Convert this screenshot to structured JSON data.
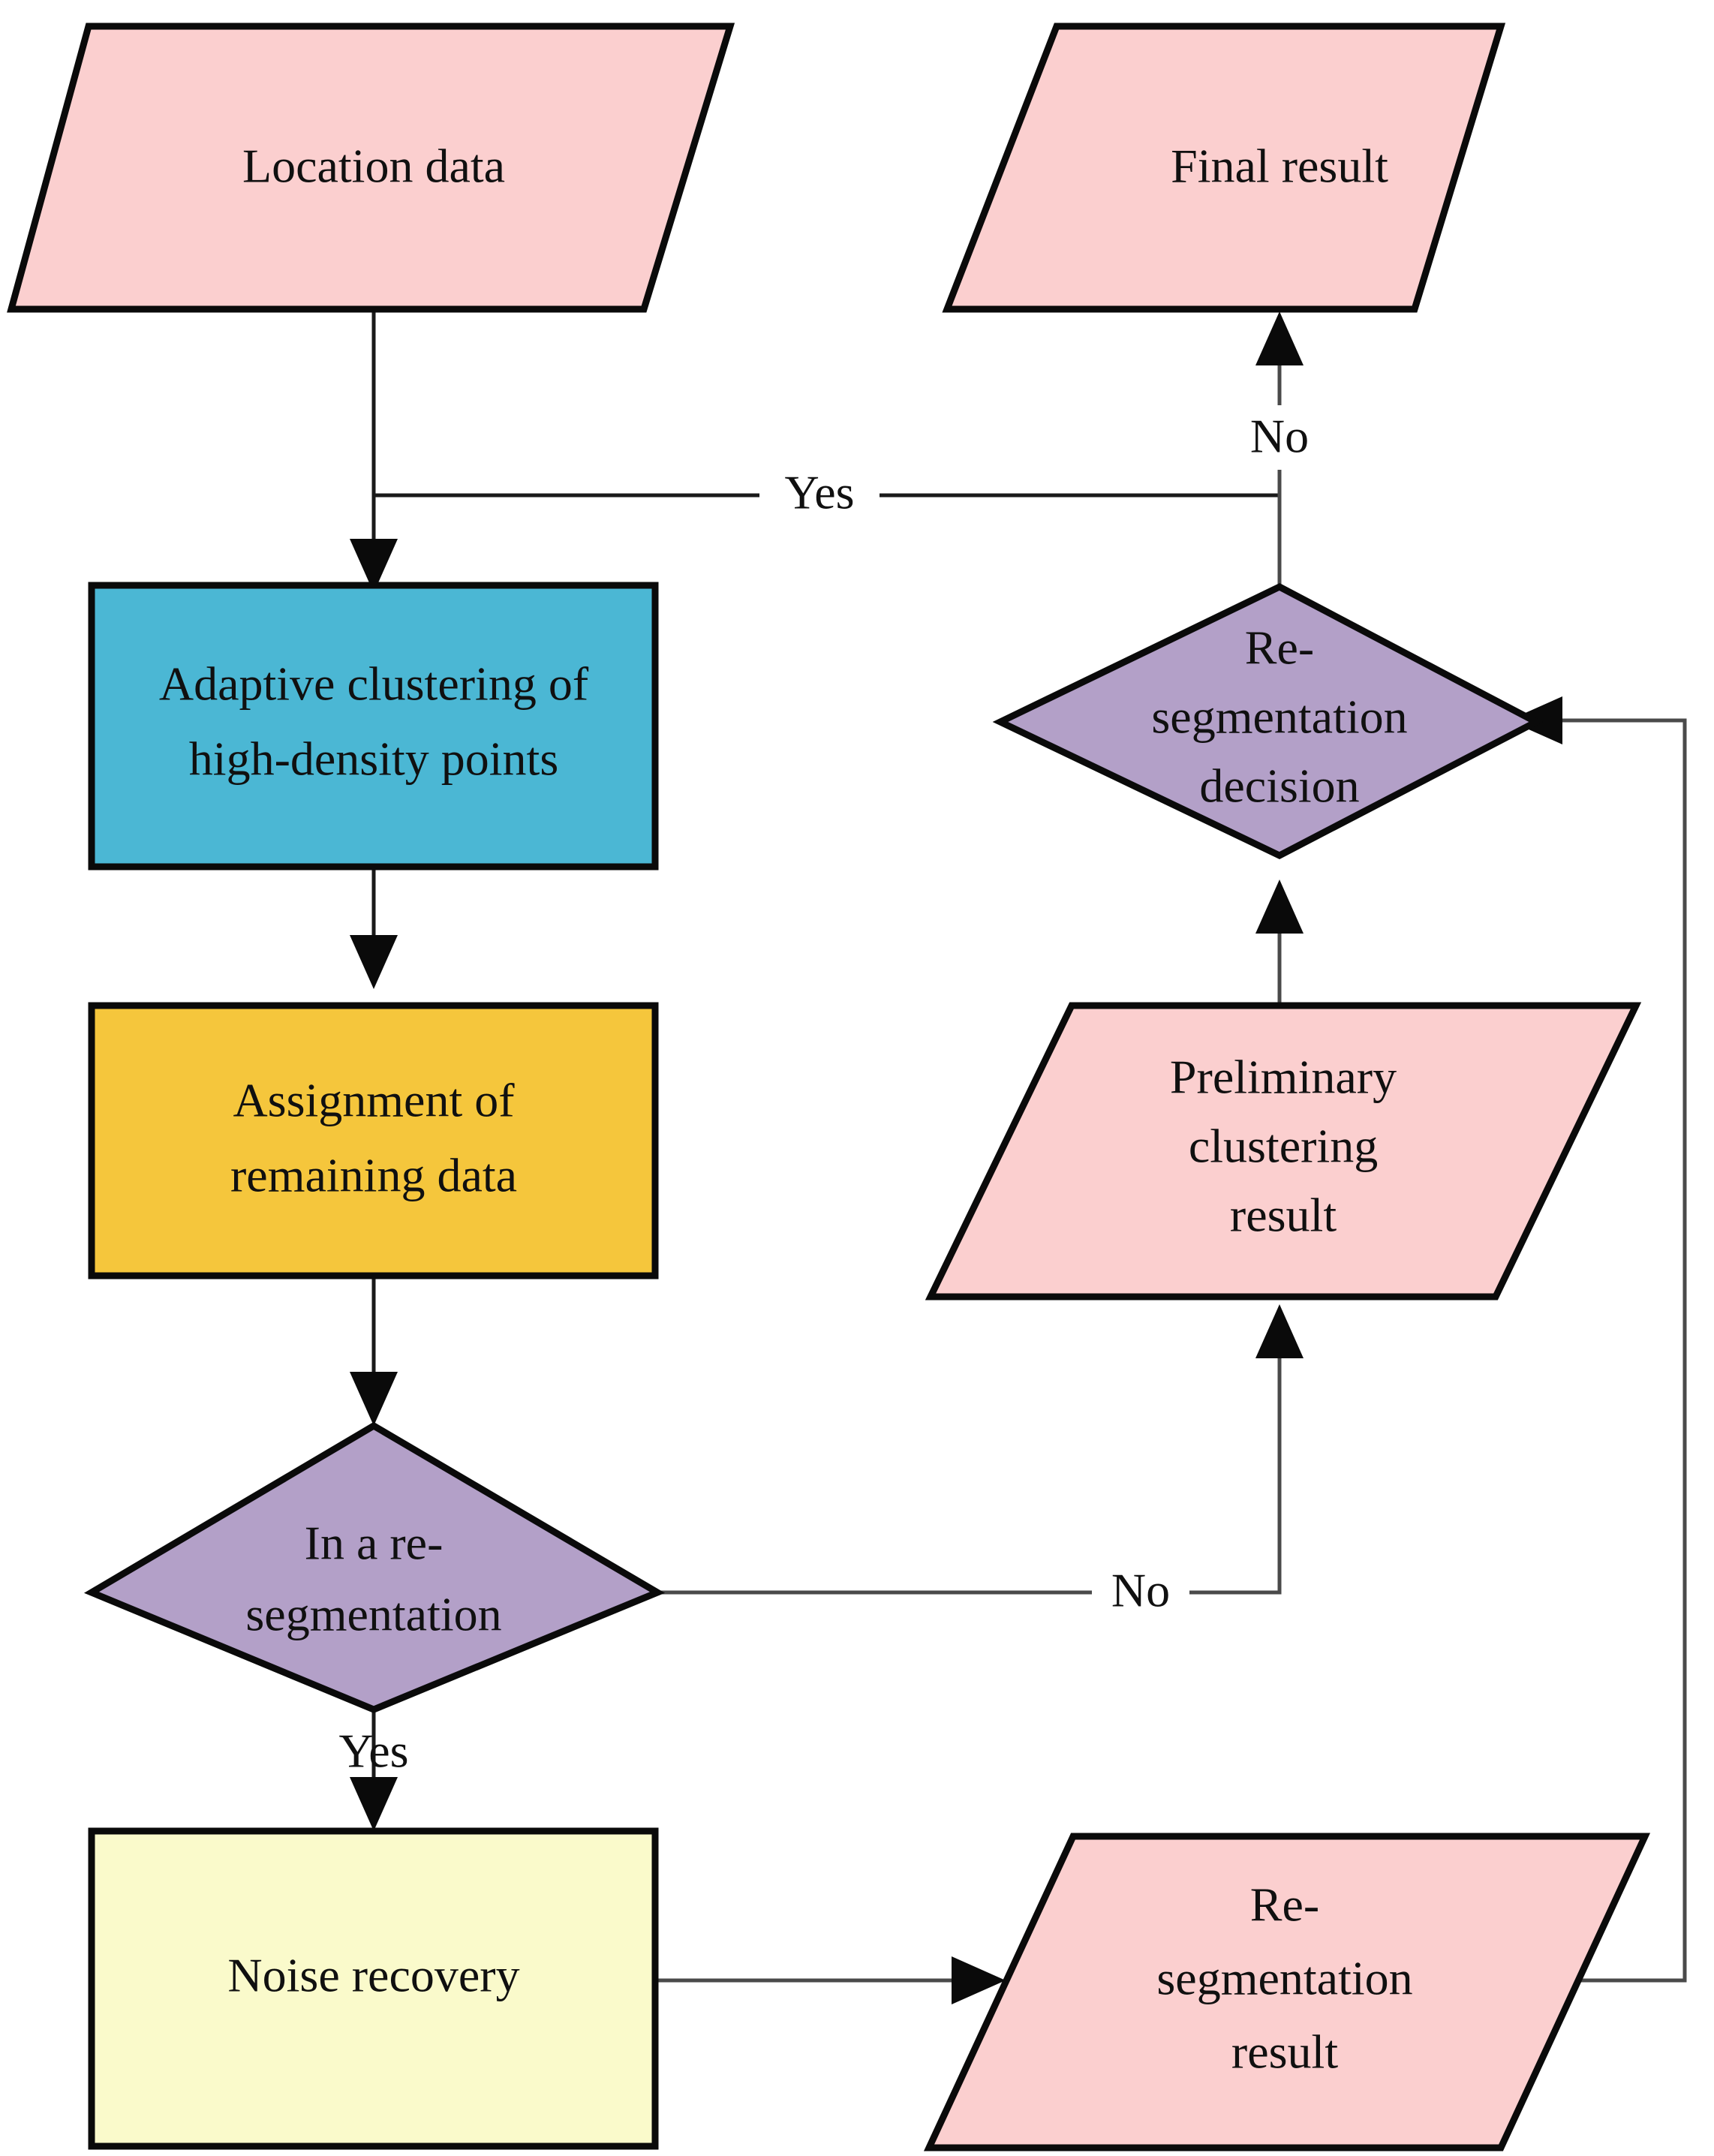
{
  "diagram": {
    "title": "Adaptive clustering flowchart",
    "type": "flowchart",
    "background": "#ffffff",
    "colors": {
      "data_pink": "#FBCFCF",
      "process_blue": "#4BB7D4",
      "process_yellow": "#F5C63C",
      "process_cream": "#FAFACB",
      "decision_purple": "#B3A0C8",
      "outline": "#0a0a0a",
      "connector": "#4a4a4a"
    },
    "nodes": [
      {
        "id": "location-data",
        "shape": "parallelogram",
        "label": "Location data",
        "lines": [
          "Location data"
        ],
        "fill": "#FBCFCF"
      },
      {
        "id": "final-result",
        "shape": "parallelogram",
        "label": "Final result",
        "lines": [
          "Final result"
        ],
        "fill": "#FBCFCF"
      },
      {
        "id": "adaptive-clustering",
        "shape": "rectangle",
        "label": "Adaptive clustering of high-density points",
        "lines": [
          "Adaptive clustering of",
          "high-density points"
        ],
        "fill": "#4BB7D4"
      },
      {
        "id": "resegmentation-decision",
        "shape": "diamond",
        "label": "Re-segmentation decision",
        "lines": [
          "Re-",
          "segmentation",
          "decision"
        ],
        "fill": "#B3A0C8"
      },
      {
        "id": "assignment-remaining",
        "shape": "rectangle",
        "label": "Assignment of remaining data",
        "lines": [
          "Assignment of",
          "remaining data"
        ],
        "fill": "#F5C63C"
      },
      {
        "id": "preliminary-clustering-result",
        "shape": "parallelogram",
        "label": "Preliminary clustering result",
        "lines": [
          "Preliminary",
          "clustering",
          "result"
        ],
        "fill": "#FBCFCF"
      },
      {
        "id": "in-a-resegmentation",
        "shape": "diamond",
        "label": "In a re-segmentation",
        "lines": [
          "In a re-",
          "segmentation"
        ],
        "fill": "#B3A0C8"
      },
      {
        "id": "noise-recovery",
        "shape": "rectangle",
        "label": "Noise recovery",
        "lines": [
          "Noise recovery"
        ],
        "fill": "#FAFACB"
      },
      {
        "id": "resegmentation-result",
        "shape": "parallelogram",
        "label": "Re-segmentation result",
        "lines": [
          "Re-",
          "segmentation",
          "result"
        ],
        "fill": "#FBCFCF"
      }
    ],
    "edges": [
      {
        "id": "e1",
        "from": "location-data",
        "to": "adaptive-clustering",
        "label": ""
      },
      {
        "id": "e2",
        "from": "adaptive-clustering",
        "to": "assignment-remaining",
        "label": ""
      },
      {
        "id": "e3",
        "from": "assignment-remaining",
        "to": "in-a-resegmentation",
        "label": ""
      },
      {
        "id": "e4",
        "from": "in-a-resegmentation",
        "to": "noise-recovery",
        "label": "Yes"
      },
      {
        "id": "e5",
        "from": "in-a-resegmentation",
        "to": "preliminary-clustering-result",
        "label": "No"
      },
      {
        "id": "e6",
        "from": "noise-recovery",
        "to": "resegmentation-result",
        "label": ""
      },
      {
        "id": "e7",
        "from": "preliminary-clustering-result",
        "to": "resegmentation-decision",
        "label": ""
      },
      {
        "id": "e8",
        "from": "resegmentation-result",
        "to": "resegmentation-decision",
        "label": ""
      },
      {
        "id": "e9",
        "from": "resegmentation-decision",
        "to": "final-result",
        "label": "No"
      },
      {
        "id": "e10",
        "from": "resegmentation-decision",
        "to": "adaptive-clustering",
        "label": "Yes"
      }
    ],
    "edge_labels": {
      "yes_top": "Yes",
      "no_top": "No",
      "no_middle": "No",
      "yes_bottom": "Yes"
    }
  }
}
